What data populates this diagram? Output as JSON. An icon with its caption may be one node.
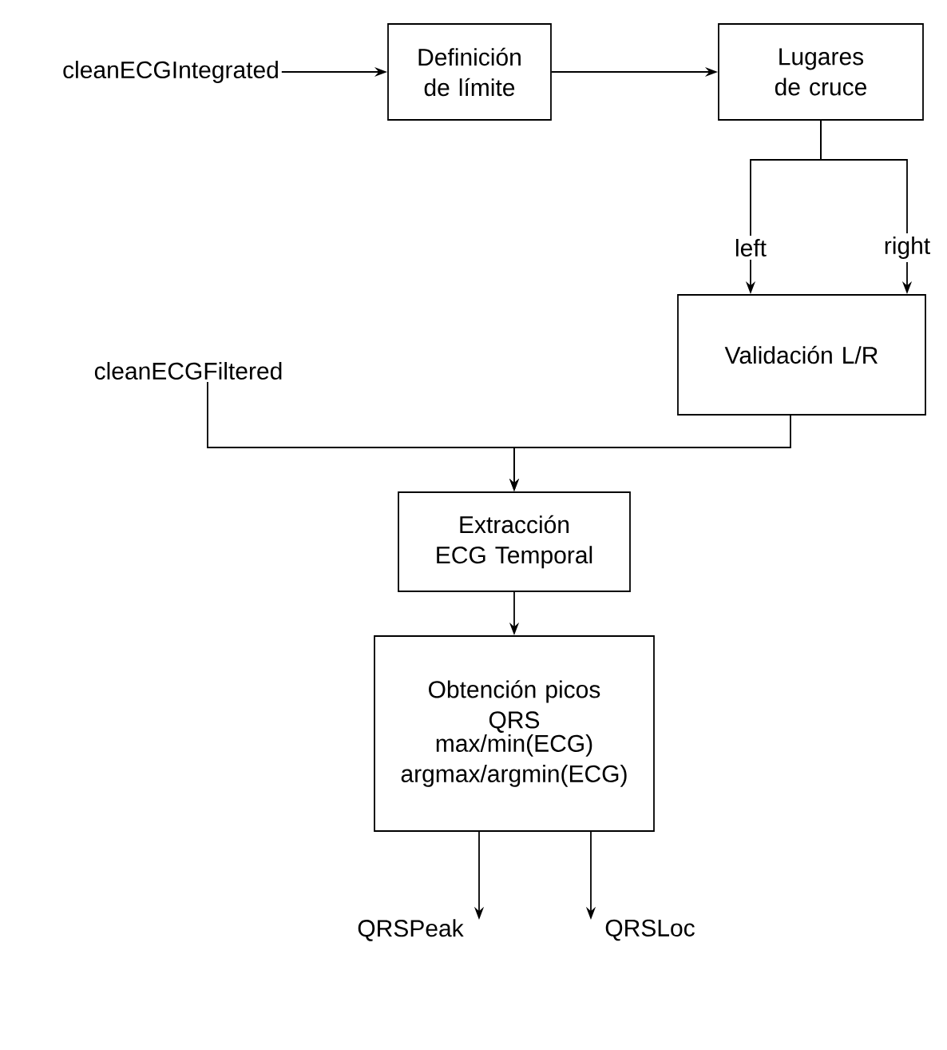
{
  "diagram": {
    "nodes": [
      {
        "text": [
          "cleanECGIntegrated"
        ]
      },
      {
        "text": [
          "Definición de límite"
        ]
      },
      {
        "text": [
          "Lugares de cruce"
        ]
      },
      {
        "text": [
          "cleanECGFiltered"
        ]
      },
      {
        "text": [
          "Validación L/R"
        ]
      },
      {
        "text": [
          "Extracción ECG Temporal"
        ]
      },
      {
        "text": [
          "Obtención picos QRS",
          "max/min(ECG)",
          "argmax/argmin(ECG)"
        ]
      }
    ],
    "edges": [
      {
        "from": 0,
        "to": 1,
        "arrow": "to"
      },
      {
        "from": 1,
        "to": 2,
        "arrow": "to"
      },
      {
        "from": 2,
        "to": 4,
        "arrow": "to",
        "label": "left"
      },
      {
        "from": 2,
        "to": 4,
        "arrow": "to",
        "label": "right"
      },
      {
        "from": 3,
        "to": 5,
        "arrow": "to"
      },
      {
        "from": 4,
        "to": 5,
        "arrow": "to"
      },
      {
        "from": 5,
        "to": 6,
        "arrow": "to"
      },
      {
        "from": 6,
        "to": null,
        "arrow": "to",
        "label": "QRSPeak"
      },
      {
        "from": 6,
        "to": null,
        "arrow": "to",
        "label": "QRSLoc"
      }
    ]
  }
}
